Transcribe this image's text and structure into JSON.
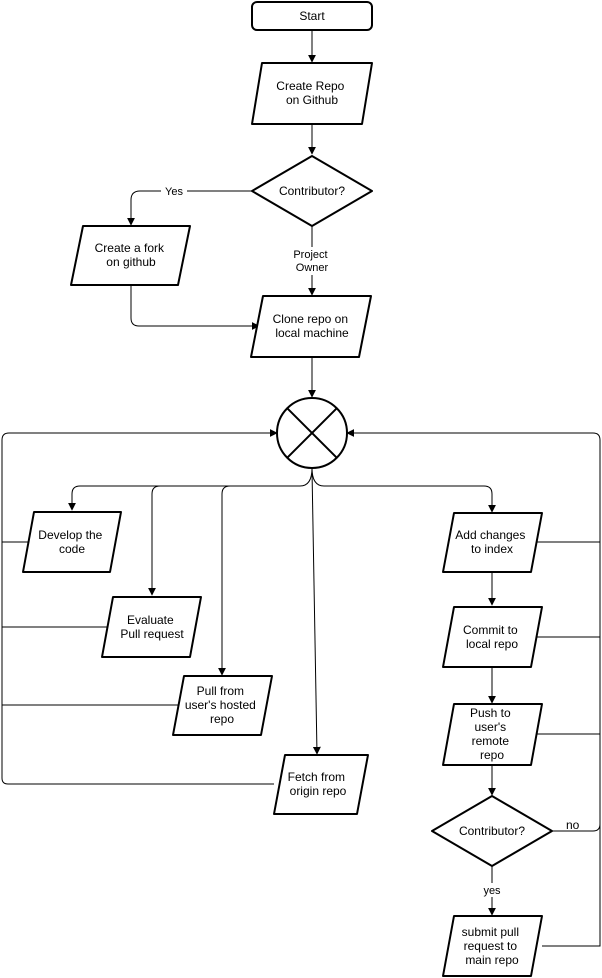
{
  "nodes": {
    "start": {
      "text": [
        "Start"
      ]
    },
    "create_repo": {
      "text": [
        "Create Repo",
        "on Github"
      ]
    },
    "contributor_q1": {
      "text": [
        "Contributor?"
      ]
    },
    "create_fork": {
      "text": [
        "Create a fork",
        "on github"
      ]
    },
    "clone_repo": {
      "text": [
        "Clone repo on",
        "local machine"
      ]
    },
    "develop_code": {
      "text": [
        "Develop the",
        "code"
      ]
    },
    "evaluate_pr": {
      "text": [
        "Evaluate",
        "Pull request"
      ]
    },
    "pull_hosted": {
      "text": [
        "Pull from",
        "user's hosted",
        "repo"
      ]
    },
    "fetch_origin": {
      "text": [
        "Fetch from",
        "origin repo"
      ]
    },
    "add_changes": {
      "text": [
        "Add changes",
        "to index"
      ]
    },
    "commit_local": {
      "text": [
        "Commit to",
        "local repo"
      ]
    },
    "push_remote": {
      "text": [
        "Push to",
        "user's",
        "remote",
        "repo"
      ]
    },
    "contributor_q2": {
      "text": [
        "Contributor?"
      ]
    },
    "submit_pr": {
      "text": [
        "submit pull",
        "request to",
        "main repo"
      ]
    }
  },
  "edge_labels": {
    "yes_fork": [
      "Yes"
    ],
    "project_owner": [
      "Project",
      "Owner"
    ],
    "no_loop": [
      "no"
    ],
    "yes_submit": [
      "yes"
    ]
  }
}
